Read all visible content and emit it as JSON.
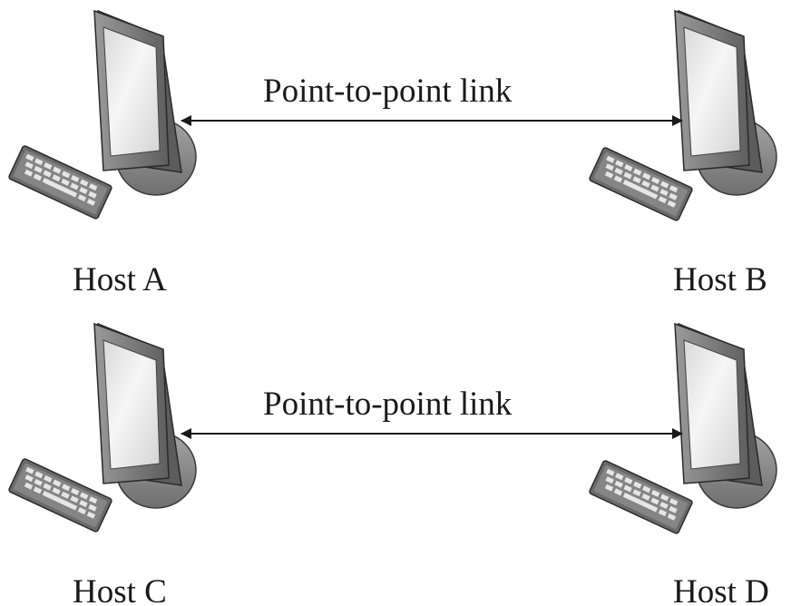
{
  "diagram": {
    "hosts": [
      {
        "id": "A",
        "label": "Host A",
        "icon": "computer-icon"
      },
      {
        "id": "B",
        "label": "Host B",
        "icon": "computer-icon"
      },
      {
        "id": "C",
        "label": "Host C",
        "icon": "computer-icon"
      },
      {
        "id": "D",
        "label": "Host D",
        "icon": "computer-icon"
      }
    ],
    "links": [
      {
        "from": "A",
        "to": "B",
        "label": "Point-to-point link",
        "arrows": "both"
      },
      {
        "from": "C",
        "to": "D",
        "label": "Point-to-point link",
        "arrows": "both"
      }
    ],
    "colors": {
      "stroke": "#1a1a1a",
      "monitor_frame": "#7a7a7a",
      "screen": "#e9e9e9",
      "stand": "#8a8a8a",
      "keyboard": "#6e6e6e"
    }
  }
}
